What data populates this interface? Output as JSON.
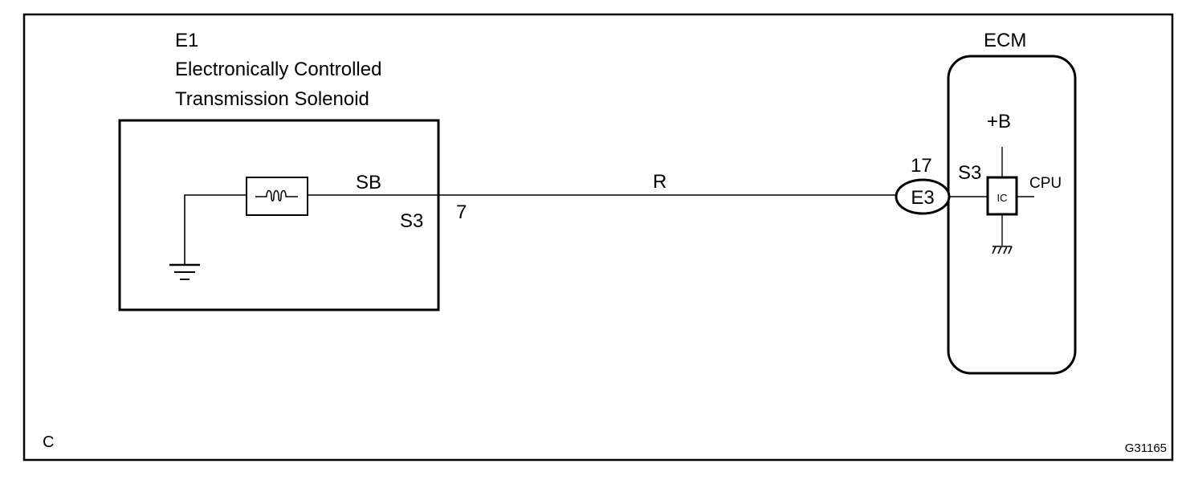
{
  "component_e1": {
    "code": "E1",
    "name_line1": "Electronically Controlled",
    "name_line2": "Transmission Solenoid",
    "pin_label": "S3",
    "pin_number": "7",
    "wire_color_inside": "SB"
  },
  "wire": {
    "color_code": "R"
  },
  "ecm": {
    "title": "ECM",
    "connector_label": "E3",
    "pin_number": "17",
    "pin_label": "S3",
    "supply_label": "+B",
    "ic_label": "IC",
    "cpu_label": "CPU"
  },
  "corner_letter": "C",
  "figure_code": "G31165"
}
